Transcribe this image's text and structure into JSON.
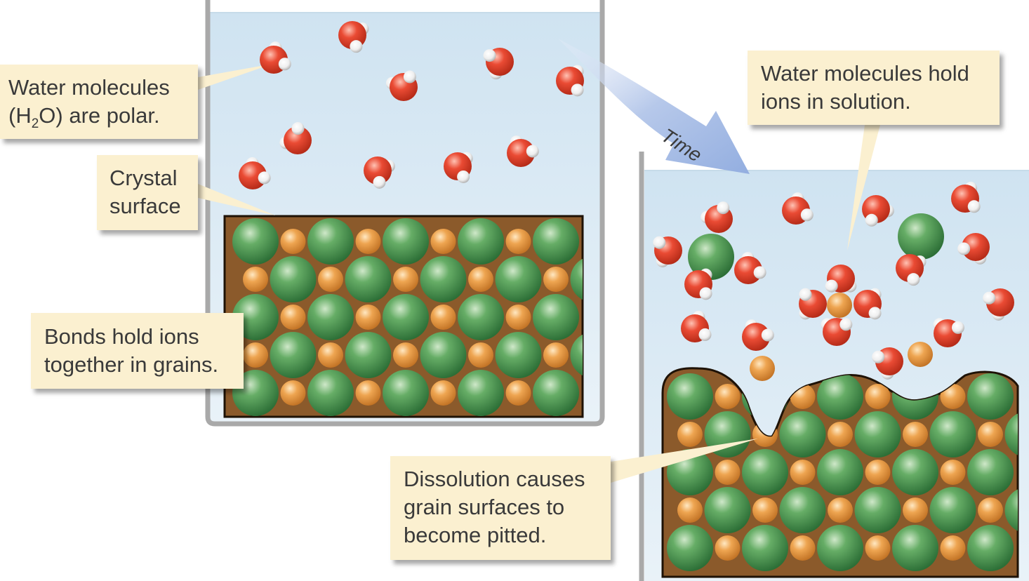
{
  "time_arrow": {
    "label": "Time"
  },
  "labels": {
    "water_polar": {
      "line1": "Water molecules",
      "line2_pre": "(H",
      "line2_sub": "2",
      "line2_post": "O) are polar."
    },
    "crystal_surface": {
      "line1": "Crystal",
      "line2": "surface"
    },
    "bonds": {
      "line1": "Bonds hold ions",
      "line2": "together in grains."
    },
    "hold_ions": {
      "line1": "Water molecules hold",
      "line2": "ions in solution."
    },
    "dissolution": {
      "line1": "Dissolution causes",
      "line2": "grain surfaces to",
      "line3": "become pitted."
    }
  },
  "colors": {
    "water": "#d7e8f3",
    "grain": "#8b5a2b",
    "large_ion": "#4a9a52",
    "small_ion": "#e6a04e",
    "oxygen": "#e24a33",
    "hydrogen": "#ffffff",
    "arrow": "#a8bfe6",
    "label_bg": "#fbf0d0"
  }
}
